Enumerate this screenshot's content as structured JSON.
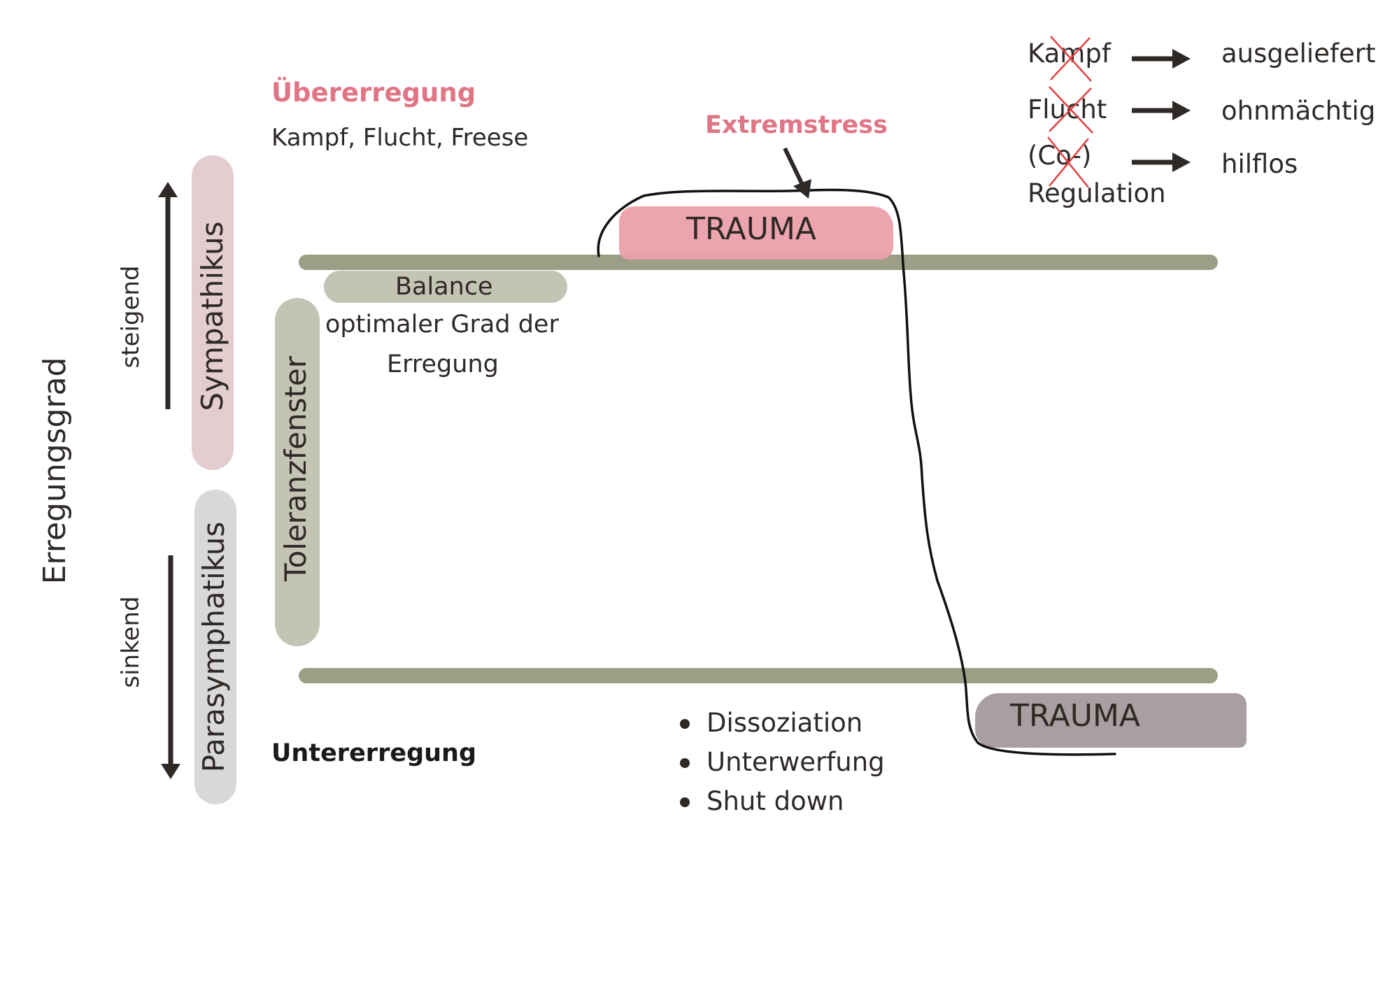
{
  "colors": {
    "band": "#9c9e86",
    "trauma_top": "#eba0aa",
    "trauma_bottom": "#a99fa1",
    "sympathikus_pill": "#e3cdd1",
    "parasympathikus_pill": "#d9d8d8",
    "toleranz_pill": "#c3c4b3",
    "balance_pill": "#c3c4b3",
    "accent_pink": "#e07585",
    "cross_red": "#e04040",
    "text": "#2e2926"
  },
  "axis": {
    "title": "Erregungsgrad",
    "up_label": "steigend",
    "down_label": "sinkend"
  },
  "pills": {
    "sympathikus": "Sympathikus",
    "parasympathikus": "Parasymphatikus",
    "toleranzfenster": "Toleranzfenster"
  },
  "upper_zone": {
    "heading": "Übererregung",
    "subtext": "Kampf, Flucht, Freese"
  },
  "lower_zone": {
    "heading": "Untererregung",
    "bullets": [
      "Dissoziation",
      "Unterwerfung",
      "Shut down"
    ]
  },
  "balance": {
    "label": "Balance",
    "line1": "optimaler Grad der",
    "line2": "Erregung"
  },
  "trauma": {
    "top_label": "TRAUMA",
    "bottom_label": "TRAUMA",
    "extremstress": "Extremstress"
  },
  "consequences": [
    {
      "crossed": "Kampf",
      "result": "ausgeliefert"
    },
    {
      "crossed": "Flucht",
      "result": "ohnmächtig"
    },
    {
      "crossed": "(Co-)",
      "extra": "Regulation",
      "result": "hilflos"
    }
  ]
}
